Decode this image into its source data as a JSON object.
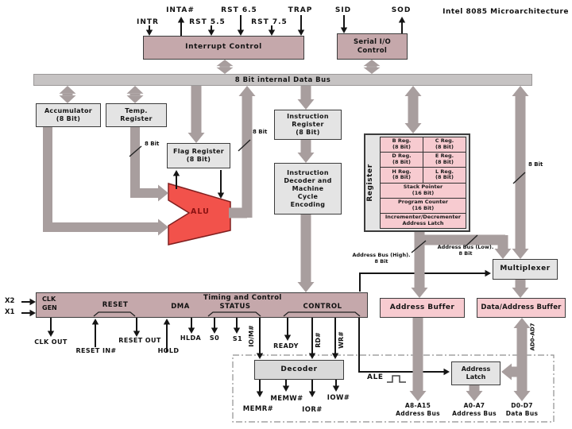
{
  "title": "Intel 8085 Microarchitecture",
  "top_pins": {
    "intr": "INTR",
    "inta": "INTA#",
    "rst55": "RST 5.5",
    "rst65": "RST 6.5",
    "rst75": "RST 7.5",
    "trap": "TRAP",
    "sid": "SID",
    "sod": "SOD"
  },
  "blocks": {
    "interrupt_control": "Interrupt Control",
    "serial_io": "Serial I/O\nControl",
    "internal_bus": "8 Bit internal Data Bus",
    "accumulator": "Accumulator\n(8 Bit)",
    "temp_register": "Temp.\nRegister",
    "flag_register": "Flag Register\n(8 Bit)",
    "alu": "ALU",
    "instruction_register": "Instruction\nRegister\n(8 Bit)",
    "instruction_decoder": "Instruction\nDecoder and\nMachine\nCycle\nEncoding",
    "multiplexer": "Multiplexer",
    "address_buffer": "Address Buffer",
    "data_address_buffer": "Data/Address Buffer",
    "decoder": "Decoder",
    "address_latch": "Address\nLatch",
    "timing_control": "Timing and Control"
  },
  "register_block": {
    "side_label": "Register",
    "b": "B Reg.\n(8 Bit)",
    "c": "C Reg.\n(8 Bit)",
    "d": "D Reg.\n(8 Bit)",
    "e": "E Reg.\n(8 Bit)",
    "h": "H Reg.\n(8 Bit)",
    "l": "L Reg.\n(8 Bit)",
    "sp": "Stack Pointer\n(16 Bit)",
    "pc": "Program Counter\n(16 Bit)",
    "incdec": "Incrementer/Decrementer\nAddress Latch"
  },
  "bus_labels": {
    "bit8_temp": "8 Bit",
    "bit8_alu": "8 Bit",
    "bit8_right": "8 Bit",
    "addr_high": "Address Bus (High).\n8 Bit",
    "addr_low": "Address Bus (Low).\n8 Bit",
    "ad0ad7": "AD0-AD7"
  },
  "timing": {
    "clk_gen": "CLK\nGEN",
    "reset": "RESET",
    "dma": "DMA",
    "status": "STATUS",
    "control": "CONTROL",
    "x2": "X2",
    "x1": "X1",
    "clk_out": "CLK OUT",
    "reset_in": "RESET IN#",
    "reset_out": "RESET OUT",
    "hold": "HOLD",
    "hlda": "HLDA",
    "s0": "S0",
    "s1": "S1",
    "iom": "IO/M#",
    "ready": "READY",
    "rd": "RD#",
    "wr": "WR#"
  },
  "bottom": {
    "memr": "MEMR#",
    "memw": "MEMW#",
    "ior": "IOR#",
    "iow": "IOW#",
    "ale": "ALE",
    "a8a15": "A8-A15\nAddress Bus",
    "a0a7": "A0-A7\nAddress Bus",
    "d0d7": "D0-D7\nData Bus"
  },
  "colors": {
    "mauve": "#c5a8ab",
    "box_gray": "#e4e4e4",
    "pink": "#f7cbd0",
    "bus_gray": "#a89e9e",
    "alu_red": "#f2524b"
  }
}
